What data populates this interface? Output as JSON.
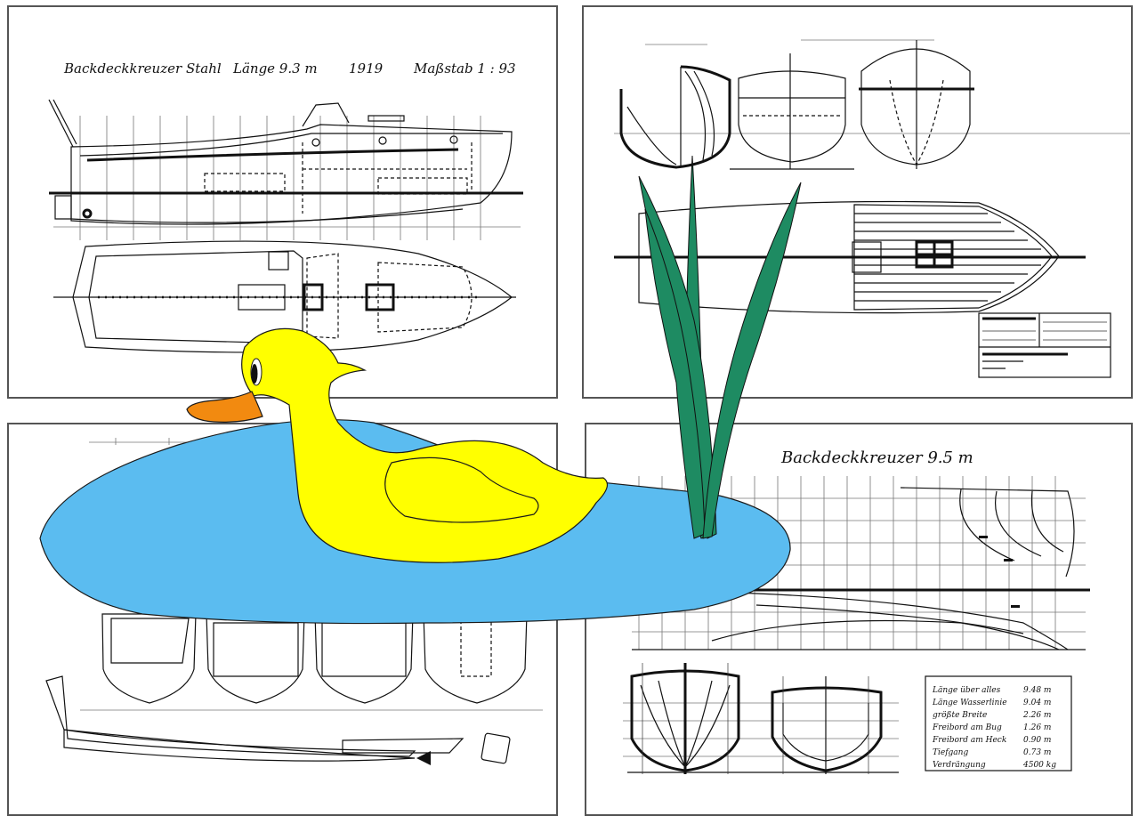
{
  "sheet_1": {
    "title": "Backdeckkreuzer Stahl",
    "length": "Länge 9.3 m",
    "year": "1919",
    "scale": "Maßstab 1 : 93"
  },
  "sheet_4": {
    "title": "Backdeckkreuzer 9.5 m",
    "specs": [
      {
        "label": "Länge über alles",
        "value": "9.48 m"
      },
      {
        "label": "Länge Wasserlinie",
        "value": "9.04 m"
      },
      {
        "label": "größte Breite",
        "value": "2.26 m"
      },
      {
        "label": "Freibord am Bug",
        "value": "1.26 m"
      },
      {
        "label": "Freibord am Heck",
        "value": "0.90 m"
      },
      {
        "label": "Tiefgang",
        "value": "0.73 m"
      },
      {
        "label": "Verdrängung",
        "value": "4500 kg"
      }
    ]
  },
  "colors": {
    "pond": "#5bbcf0",
    "duck_body": "#ffff00",
    "duck_beak": "#f28a10",
    "reeds": "#1e8b62",
    "ink": "#111111"
  }
}
